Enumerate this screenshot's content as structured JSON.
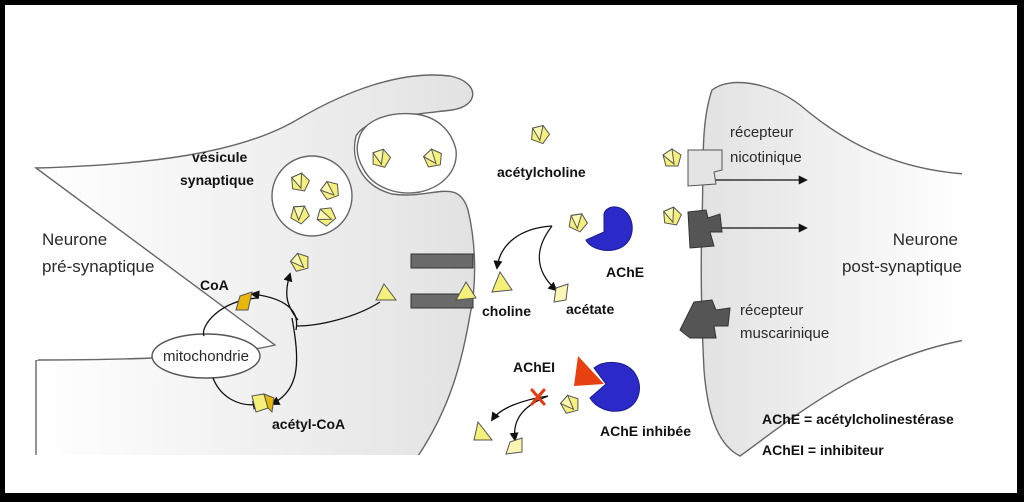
{
  "labels": {
    "presynaptic_line1": "Neurone",
    "presynaptic_line2": "pré-synaptique",
    "postsynaptic_line1": "Neurone",
    "postsynaptic_line2": "post-synaptique",
    "vesicle_line1": "vésicule",
    "vesicle_line2": "synaptique",
    "coa": "CoA",
    "mitochondria": "mitochondrie",
    "acetyl_coa": "acétyl-CoA",
    "acetylcholine": "acétylcholine",
    "ache": "AChE",
    "choline": "choline",
    "acetate": "acétate",
    "achei": "AChEI",
    "ache_inhibited": "AChE inhibée",
    "nicotinic_line1": "récepteur",
    "nicotinic_line2": "nicotinique",
    "muscarinic_line1": "récepteur",
    "muscarinic_line2": "muscarinique"
  },
  "legend": {
    "ache_def": "AChE = acétylcholinestérase",
    "achei_def": "AChEI = inhibiteur"
  },
  "colors": {
    "molecule": "#f5f07a",
    "acetyl": "#e8b60c",
    "enzyme": "#2b2ac8",
    "inhibitor": "#e84010",
    "inhibit_x": "#e83a10",
    "receptor_dark": "#555555",
    "receptor_light": "#e4e4e4",
    "membrane_fill": "#ececec",
    "channel": "#6a6a6a"
  },
  "icons": [
    "acetylcholine-molecule-icon",
    "enzyme-icon",
    "inhibitor-icon",
    "receptor-icon",
    "cross-icon"
  ]
}
